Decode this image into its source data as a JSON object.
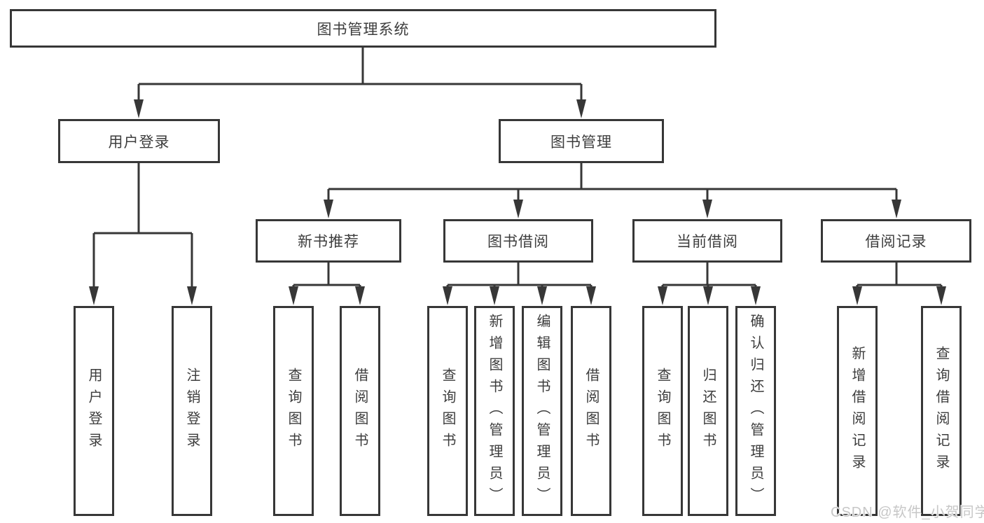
{
  "diagram": {
    "root": {
      "label": "图书管理系统"
    },
    "level2": [
      {
        "id": "user-login",
        "label": "用户登录"
      },
      {
        "id": "book-management",
        "label": "图书管理"
      }
    ],
    "level3": [
      {
        "id": "new-book-recommend",
        "label": "新书推荐"
      },
      {
        "id": "book-borrow",
        "label": "图书借阅"
      },
      {
        "id": "current-borrow",
        "label": "当前借阅"
      },
      {
        "id": "borrow-records",
        "label": "借阅记录"
      }
    ],
    "leaves": {
      "user_login": [
        {
          "label": "用户登录"
        },
        {
          "label": "注销登录"
        }
      ],
      "new_book_recommend": [
        {
          "label": "查询图书"
        },
        {
          "label": "借阅图书"
        }
      ],
      "book_borrow": [
        {
          "label": "查询图书"
        },
        {
          "label": "新增图书（管理员）"
        },
        {
          "label": "编辑图书（管理员）"
        },
        {
          "label": "借阅图书"
        }
      ],
      "current_borrow": [
        {
          "label": "查询图书"
        },
        {
          "label": "归还图书"
        },
        {
          "label": "确认归还（管理员）"
        }
      ],
      "borrow_records": [
        {
          "label": "新增借阅记录"
        },
        {
          "label": "查询借阅记录"
        }
      ]
    },
    "watermark": "CSDN @软件_小贺同学",
    "colors": {
      "line": "#373737",
      "text": "#3d3d3d",
      "box_fill": "#ffffff",
      "watermark": "#c7c7c7",
      "background": "#ffffff"
    }
  }
}
